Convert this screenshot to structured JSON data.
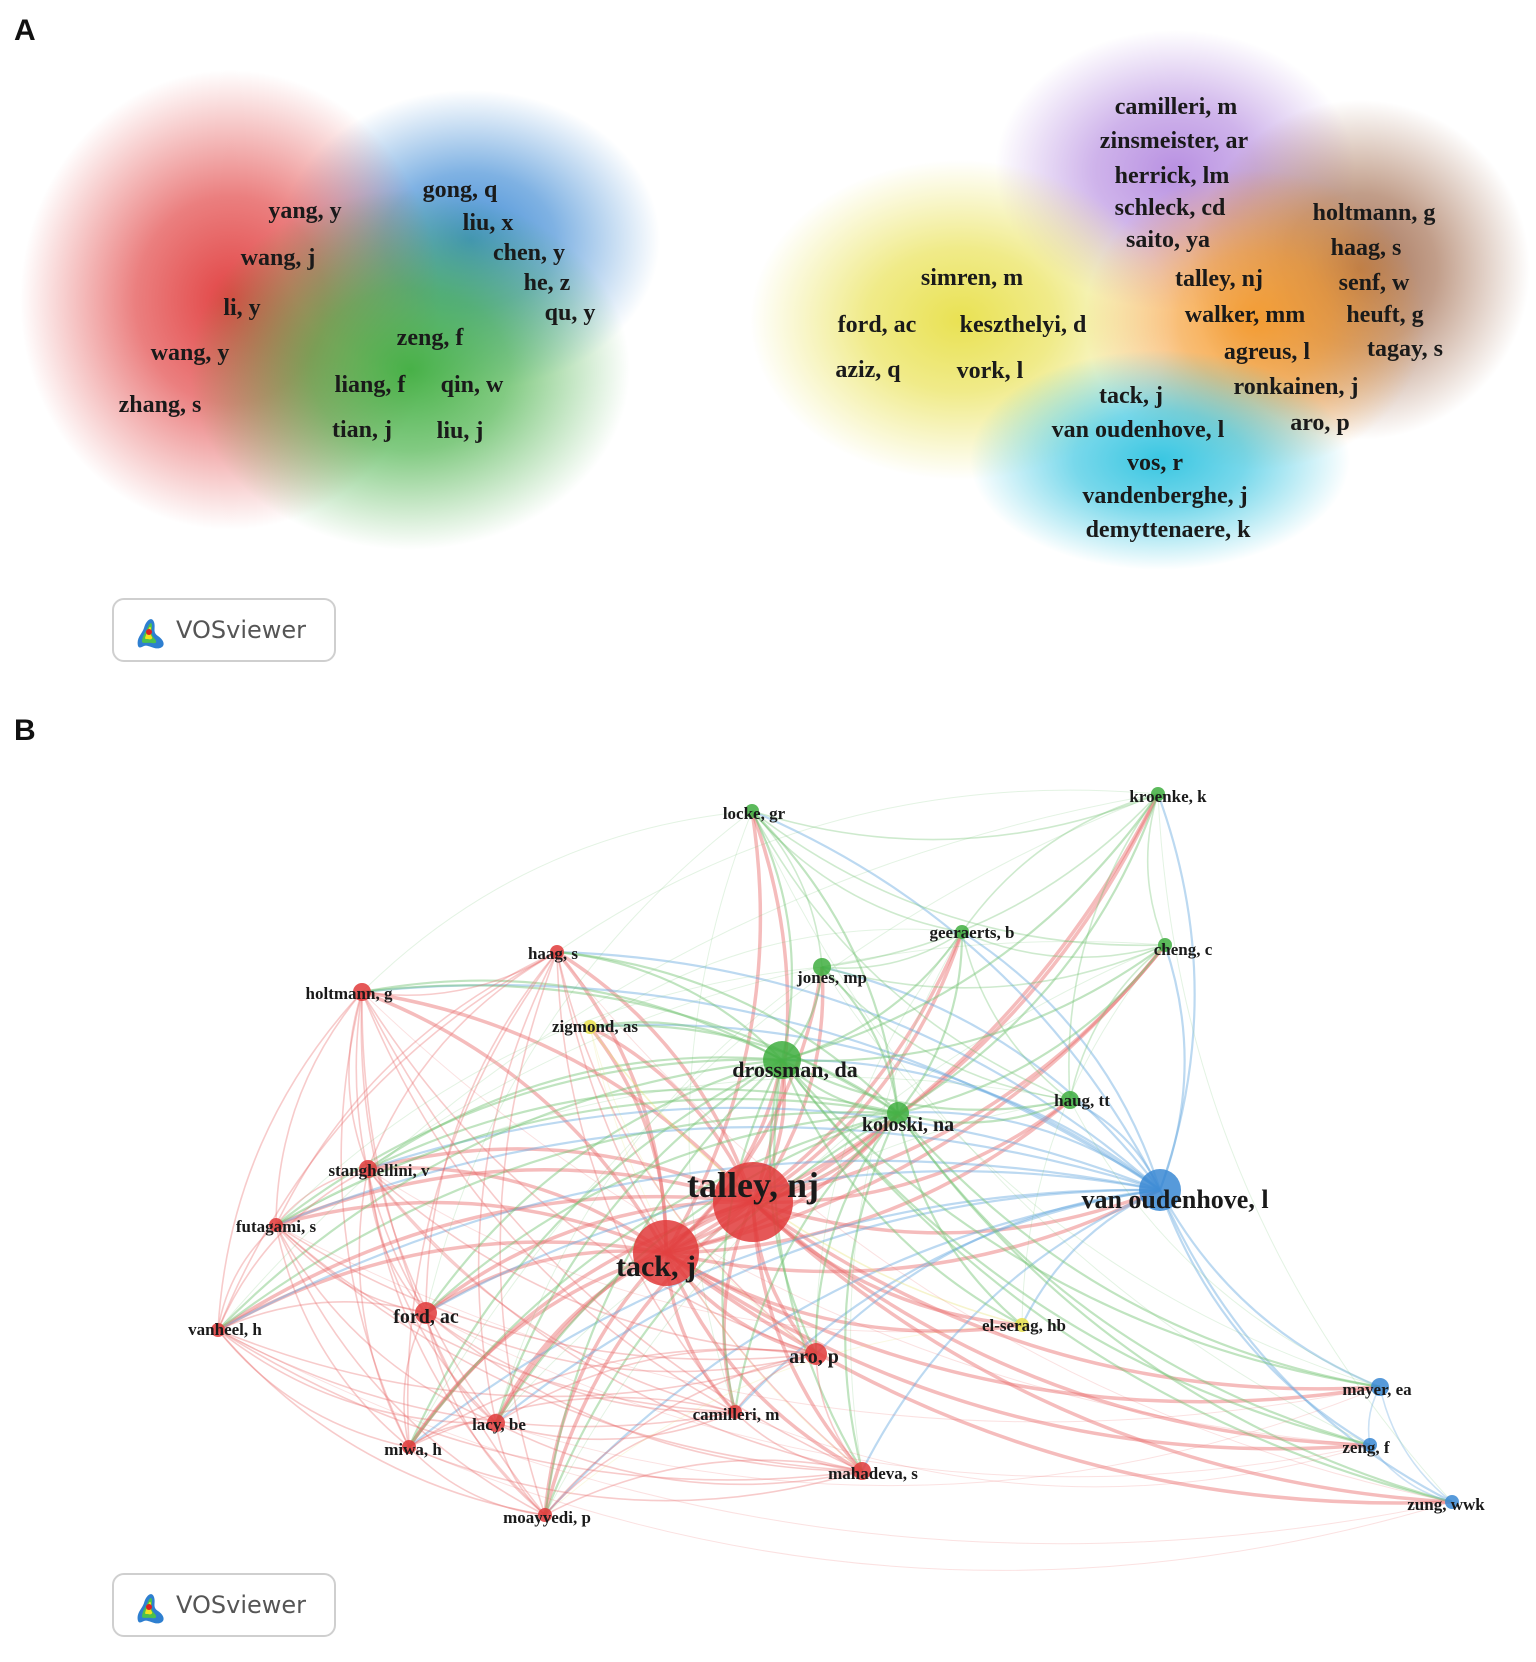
{
  "panel_a": {
    "letter": "A",
    "logo_text": "VOSviewer",
    "authors": [
      {
        "name": "yang, y",
        "cluster": "red"
      },
      {
        "name": "wang, j",
        "cluster": "red"
      },
      {
        "name": "li, y",
        "cluster": "red"
      },
      {
        "name": "wang, y",
        "cluster": "red"
      },
      {
        "name": "zhang, s",
        "cluster": "red"
      },
      {
        "name": "gong, q",
        "cluster": "blue"
      },
      {
        "name": "liu, x",
        "cluster": "blue"
      },
      {
        "name": "chen, y",
        "cluster": "blue"
      },
      {
        "name": "he, z",
        "cluster": "blue"
      },
      {
        "name": "qu, y",
        "cluster": "blue"
      },
      {
        "name": "zeng, f",
        "cluster": "green"
      },
      {
        "name": "liang, f",
        "cluster": "green"
      },
      {
        "name": "qin, w",
        "cluster": "green"
      },
      {
        "name": "tian, j",
        "cluster": "green"
      },
      {
        "name": "liu, j",
        "cluster": "green"
      },
      {
        "name": "camilleri, m",
        "cluster": "purple"
      },
      {
        "name": "zinsmeister, ar",
        "cluster": "purple"
      },
      {
        "name": "herrick, lm",
        "cluster": "purple"
      },
      {
        "name": "schleck, cd",
        "cluster": "purple"
      },
      {
        "name": "saito, ya",
        "cluster": "purple"
      },
      {
        "name": "simren, m",
        "cluster": "yellow"
      },
      {
        "name": "ford, ac",
        "cluster": "yellow"
      },
      {
        "name": "keszthelyi, d",
        "cluster": "yellow"
      },
      {
        "name": "aziz, q",
        "cluster": "yellow"
      },
      {
        "name": "vork, l",
        "cluster": "yellow"
      },
      {
        "name": "holtmann, g",
        "cluster": "brown"
      },
      {
        "name": "haag, s",
        "cluster": "brown"
      },
      {
        "name": "senf, w",
        "cluster": "brown"
      },
      {
        "name": "heuft, g",
        "cluster": "brown"
      },
      {
        "name": "tagay, s",
        "cluster": "brown"
      },
      {
        "name": "talley, nj",
        "cluster": "orange"
      },
      {
        "name": "walker, mm",
        "cluster": "orange"
      },
      {
        "name": "agreus, l",
        "cluster": "orange"
      },
      {
        "name": "ronkainen, j",
        "cluster": "orange"
      },
      {
        "name": "aro, p",
        "cluster": "orange"
      },
      {
        "name": "tack, j",
        "cluster": "cyan"
      },
      {
        "name": "van oudenhove, l",
        "cluster": "cyan"
      },
      {
        "name": "vos, r",
        "cluster": "cyan"
      },
      {
        "name": "vandenberghe, j",
        "cluster": "cyan"
      },
      {
        "name": "demyttenaere, k",
        "cluster": "cyan"
      }
    ]
  },
  "panel_b": {
    "letter": "B",
    "logo_text": "VOSviewer",
    "nodes": [
      {
        "name": "talley, nj",
        "cluster": "red",
        "weight": 10
      },
      {
        "name": "tack, j",
        "cluster": "red",
        "weight": 8
      },
      {
        "name": "van oudenhove, l",
        "cluster": "blue",
        "weight": 6
      },
      {
        "name": "drossman, da",
        "cluster": "green",
        "weight": 5
      },
      {
        "name": "koloski, na",
        "cluster": "green",
        "weight": 3
      },
      {
        "name": "jones, mp",
        "cluster": "green",
        "weight": 2
      },
      {
        "name": "locke, gr",
        "cluster": "green",
        "weight": 1
      },
      {
        "name": "kroenke, k",
        "cluster": "green",
        "weight": 1
      },
      {
        "name": "geeraerts, b",
        "cluster": "green",
        "weight": 1
      },
      {
        "name": "cheng, c",
        "cluster": "green",
        "weight": 1
      },
      {
        "name": "haug, tt",
        "cluster": "green",
        "weight": 2
      },
      {
        "name": "holtmann, g",
        "cluster": "red",
        "weight": 2
      },
      {
        "name": "haag, s",
        "cluster": "red",
        "weight": 1
      },
      {
        "name": "zigmond, as",
        "cluster": "yellow",
        "weight": 1
      },
      {
        "name": "stanghellini, v",
        "cluster": "red",
        "weight": 2
      },
      {
        "name": "futagami, s",
        "cluster": "red",
        "weight": 1
      },
      {
        "name": "ford, ac",
        "cluster": "red",
        "weight": 3
      },
      {
        "name": "vanheel, h",
        "cluster": "red",
        "weight": 1
      },
      {
        "name": "aro, p",
        "cluster": "red",
        "weight": 3
      },
      {
        "name": "el-serag, hb",
        "cluster": "yellow",
        "weight": 1
      },
      {
        "name": "lacy, be",
        "cluster": "red",
        "weight": 2
      },
      {
        "name": "camilleri, m",
        "cluster": "red",
        "weight": 1
      },
      {
        "name": "miwa, h",
        "cluster": "red",
        "weight": 1
      },
      {
        "name": "mahadeva, s",
        "cluster": "red",
        "weight": 2
      },
      {
        "name": "moayyedi, p",
        "cluster": "red",
        "weight": 1
      },
      {
        "name": "mayer, ea",
        "cluster": "blue",
        "weight": 2
      },
      {
        "name": "zeng, f",
        "cluster": "blue",
        "weight": 1
      },
      {
        "name": "zung, wwk",
        "cluster": "blue",
        "weight": 1
      }
    ]
  },
  "colors": {
    "red": "#e03a3a",
    "blue": "#3a88d4",
    "green": "#3fae3f",
    "yellow": "#e8e04a",
    "purple": "#b58be0",
    "orange": "#f59a2c",
    "brown": "#a0694a",
    "cyan": "#2fc3e0"
  }
}
